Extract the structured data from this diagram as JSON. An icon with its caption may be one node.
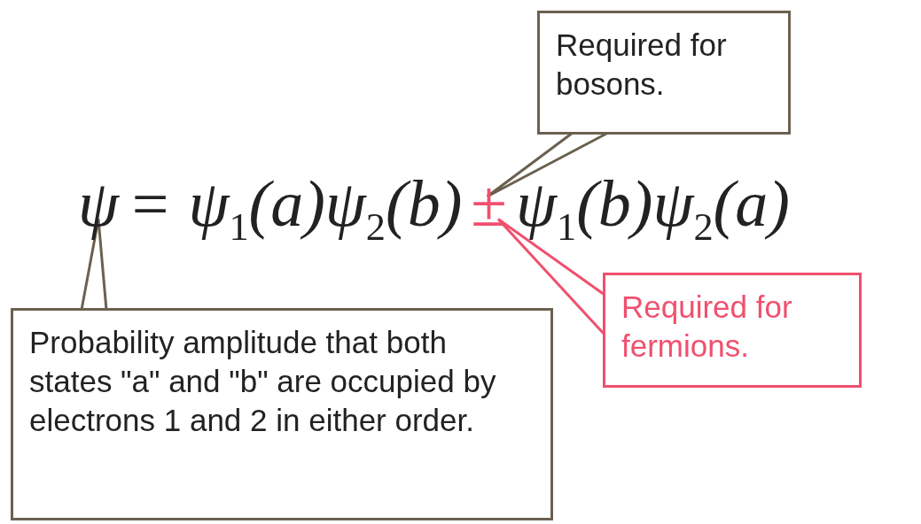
{
  "diagram": {
    "nodes": [
      {
        "text": [
          "Required for bosons."
        ]
      },
      {
        "text": [
          "ψ"
        ]
      },
      {
        "text": [
          "±"
        ]
      },
      {
        "text": [
          "Required for fermions."
        ]
      },
      {
        "text": [
          "Probability amplitude that both states \"a\" and \"b\" are occupied by electrons 1 and 2 in either order."
        ]
      }
    ],
    "edges": [
      {
        "from": 0,
        "to": 2,
        "arrow": "none"
      },
      {
        "from": 3,
        "to": 2,
        "arrow": "none",
        "color": "#f0506e"
      },
      {
        "from": 4,
        "to": 1,
        "arrow": "none"
      }
    ],
    "labels": [
      "= ψ$_{1}$(a)ψ$_{2}$(b)",
      "ψ$_{1}$(b)ψ$_{2}$(a)"
    ]
  }
}
